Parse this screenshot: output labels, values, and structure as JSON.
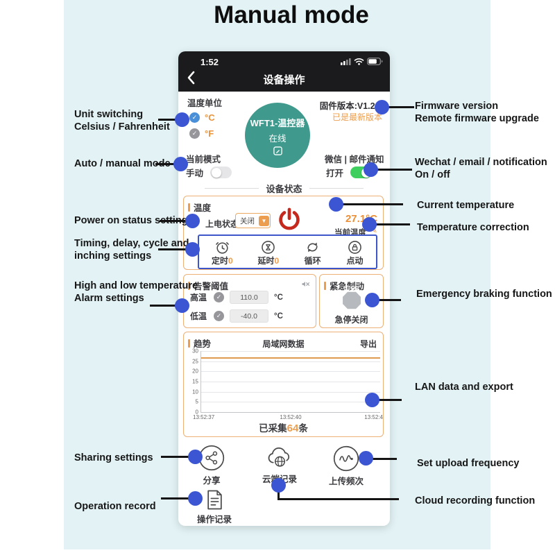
{
  "page_title": "Manual mode",
  "phone": {
    "status_bar": {
      "time": "1:52",
      "icons": [
        "cellular-signal-icon",
        "wifi-icon",
        "battery-icon"
      ]
    },
    "nav": {
      "title": "设备操作",
      "back_icon": "chevron-left-icon"
    },
    "unit_section": {
      "label": "温度单位",
      "options": [
        {
          "label": "°C",
          "checked": true
        },
        {
          "label": "°F",
          "checked": false
        }
      ]
    },
    "device": {
      "name": "WFT1-温控器",
      "status": "在线",
      "edit_icon": "edit-icon"
    },
    "firmware": {
      "version": "固件版本:V1.2.9",
      "status": "已是最新版本"
    },
    "mode_section": {
      "label": "当前模式",
      "value": "手动",
      "toggle_on": false
    },
    "notify_section": {
      "label": "微信 | 邮件通知",
      "value": "打开",
      "toggle_on": true
    },
    "section_divider": "设备状态",
    "temperature_box": {
      "title": "温度",
      "power_on_label": "上电状态:",
      "power_on_value": "关闭",
      "power_icon": "power-icon",
      "current_temp": "27.1°C",
      "current_temp_label": "当前温度",
      "timers": [
        {
          "icon": "alarm-clock-icon",
          "label": "定时",
          "value": "0"
        },
        {
          "icon": "hourglass-icon",
          "label": "延时",
          "value": "0"
        },
        {
          "icon": "cycle-icon",
          "label": "循环",
          "value": ""
        },
        {
          "icon": "lock-icon",
          "label": "点动",
          "value": ""
        }
      ]
    },
    "alarm_box": {
      "title": "告警阈值",
      "mute_icon": "muted-speaker-icon",
      "rows": [
        {
          "label": "高温",
          "value": "110.0",
          "unit": "°C"
        },
        {
          "label": "低温",
          "value": "-40.0",
          "unit": "°C"
        }
      ]
    },
    "emergency_box": {
      "title": "紧急制动",
      "stop": "STOP",
      "caption": "急停关闭"
    },
    "trend_box": {
      "title": "趋势",
      "center_title": "局域网数据",
      "export": "导出",
      "collected_prefix": "已采集",
      "collected_count": "64",
      "collected_suffix": "条"
    },
    "actions": [
      {
        "icon": "share-icon",
        "label": "分享"
      },
      {
        "icon": "cloud-record-icon",
        "label": "云端记录"
      },
      {
        "icon": "upload-frequency-icon",
        "label": "上传频次"
      },
      {
        "icon": "operation-record-icon",
        "label": "操作记录"
      }
    ]
  },
  "chart_data": {
    "type": "line",
    "title": "局域网数据",
    "x": [
      "13:52:37",
      "13:52:40",
      "13:52:4"
    ],
    "series": [
      {
        "name": "当前温度",
        "values": [
          27.1,
          27.1,
          27.1
        ]
      }
    ],
    "ylim": [
      0,
      30
    ],
    "yticks": [
      0,
      5,
      10,
      15,
      20,
      25,
      30
    ],
    "grid": true,
    "line_color": "#e09a50",
    "legend": "none"
  },
  "annotations": {
    "left": [
      {
        "text": "Unit switching\nCelsius / Fahrenheit"
      },
      {
        "text": "Auto / manual mode"
      },
      {
        "text": "Power on status setting"
      },
      {
        "text": "Timing, delay, cycle and\ninching settings"
      },
      {
        "text": "High and low temperature\nAlarm settings"
      },
      {
        "text": "Sharing settings"
      },
      {
        "text": "Operation record"
      }
    ],
    "right": [
      {
        "text": "Firmware version\nRemote firmware upgrade"
      },
      {
        "text": "Wechat / email / notification\nOn / off"
      },
      {
        "text": "Current temperature"
      },
      {
        "text": "Temperature correction"
      },
      {
        "text": "Emergency braking function"
      },
      {
        "text": "LAN data and export"
      },
      {
        "text": "Set upload frequency"
      },
      {
        "text": "Cloud recording function"
      }
    ]
  },
  "colors": {
    "accent_orange": "#ed9d4e",
    "annotation_blue": "#3b55d3",
    "device_green": "#3f9a8d",
    "toggle_green": "#3ecf5e",
    "power_red": "#c5281c",
    "background_cyan": "#e3f3f5"
  }
}
